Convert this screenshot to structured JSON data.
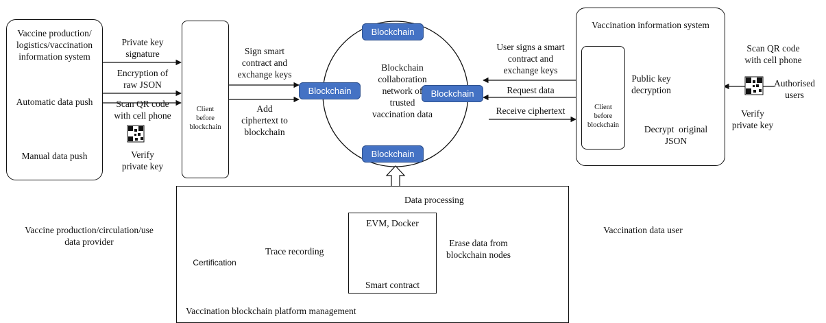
{
  "left": {
    "system": "Vaccine production/\nlogistics/vaccination\ninformation system",
    "auto_push": "Automatic data push",
    "manual_push": "Manual data push",
    "provider_label": "Vaccine production/circulation/use\ndata provider"
  },
  "left_arrows": {
    "private_key_signature": "Private key\nsignature",
    "encryption": "Encryption of\nraw JSON",
    "scan_qr": "Scan QR code\nwith cell phone",
    "verify": "Verify\nprivate key"
  },
  "left_client": "Client\nbefore\nblockchain",
  "middle_arrows": {
    "sign": "Sign smart\ncontract and\nexchange keys",
    "add": "Add\nciphertext to\nblockchain"
  },
  "network": {
    "node_label": "Blockchain",
    "center_text": "Blockchain\ncollaboration\nnetwork of\ntrusted\nvaccination data"
  },
  "right_arrows": {
    "user_signs": "User signs a smart\ncontract and\nexchange keys",
    "request": "Request data",
    "receive": "Receive ciphertext"
  },
  "right": {
    "system_title": "Vaccination information system",
    "client": "Client\nbefore\nblockchain",
    "public_key": "Public key\ndecryption",
    "decrypt": "Decrypt  original\nJSON",
    "scan_qr": "Scan QR code\nwith cell phone",
    "authorised": "Authorised\nusers",
    "verify": "Verify\nprivate key",
    "user_label": "Vaccination data user"
  },
  "bottom": {
    "data_processing": "Data processing",
    "evm": "EVM, Docker",
    "smart_contract": "Smart contract",
    "trace": "Trace recording",
    "certification": "Certification",
    "erase": "Erase data from\nblockchain nodes",
    "platform": "Vaccination blockchain platform management"
  },
  "colors": {
    "node_fill": "#4472c4",
    "db_fill": "#2e75b6",
    "erase_mark": "#e03030",
    "cert_fill": "#dbe6f7"
  }
}
